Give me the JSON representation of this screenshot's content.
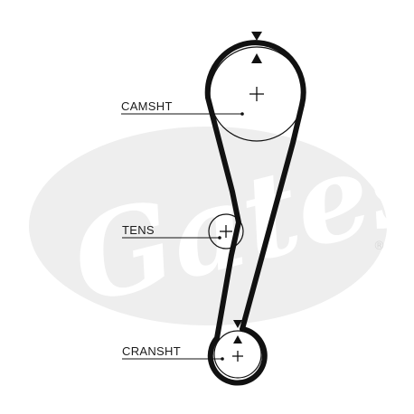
{
  "watermark": {
    "brand_text": "Gates",
    "registered_mark": "®",
    "ellipse_color": "#eeeeee",
    "text_color": "#ffffff"
  },
  "diagram": {
    "belt_color": "#111111",
    "pulleys": [
      {
        "key": "camshaft",
        "label": "CAMSHT",
        "icon": "crosshair-plus",
        "timing_mark": true
      },
      {
        "key": "tensioner",
        "label": "TENS",
        "icon": "crosshair-plus",
        "timing_mark": false
      },
      {
        "key": "crankshaft",
        "label": "CRANSHT",
        "icon": "crosshair-plus",
        "timing_mark": true
      }
    ]
  }
}
